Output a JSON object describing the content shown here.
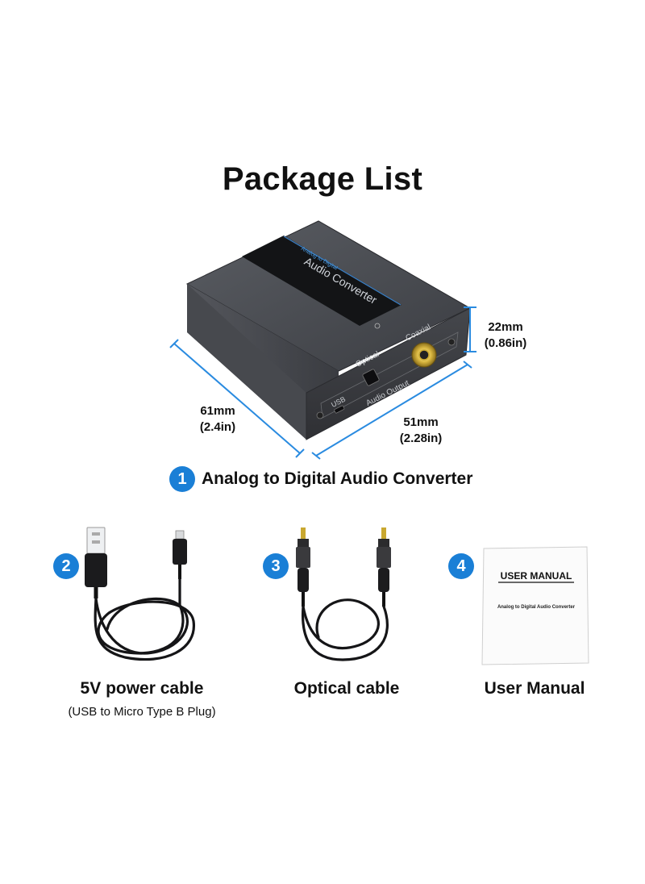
{
  "title": "Package List",
  "dimensions": {
    "height": {
      "mm": "22mm",
      "in": "(0.86in)"
    },
    "depth": {
      "mm": "61mm",
      "in": "(2.4in)"
    },
    "width": {
      "mm": "51mm",
      "in": "(2.28in)"
    }
  },
  "device": {
    "brand_label": "Audio Converter",
    "sub_label": "Analog to Digital",
    "port_optical": "Optical",
    "port_coaxial": "Coaxial",
    "port_usb": "USB",
    "output_label": "Audio Output"
  },
  "items": [
    {
      "number": "1",
      "label": "Analog to Digital Audio Converter"
    },
    {
      "number": "2",
      "label": "5V power cable",
      "sublabel": "(USB to Micro Type B Plug)"
    },
    {
      "number": "3",
      "label": "Optical cable"
    },
    {
      "number": "4",
      "label": "User Manual"
    }
  ],
  "manual": {
    "cover_title": "USER MANUAL",
    "cover_subtitle": "Analog to Digital Audio Converter"
  },
  "colors": {
    "accent": "#1a7fd6",
    "dimension_line": "#2a8be0",
    "device_body": "#3d3f44"
  }
}
